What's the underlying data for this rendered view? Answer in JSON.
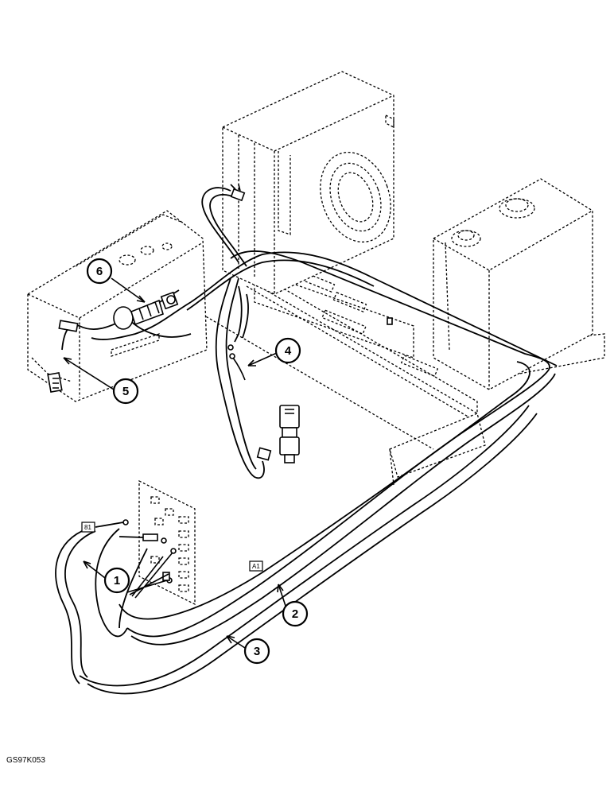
{
  "callouts": [
    {
      "id": "callout-1",
      "label": "1"
    },
    {
      "id": "callout-2",
      "label": "2"
    },
    {
      "id": "callout-3",
      "label": "3"
    },
    {
      "id": "callout-4",
      "label": "4"
    },
    {
      "id": "callout-5",
      "label": "5"
    },
    {
      "id": "callout-6",
      "label": "6"
    }
  ],
  "tags": {
    "left": "81",
    "right": "A1"
  },
  "reference_code": "GS97K053"
}
